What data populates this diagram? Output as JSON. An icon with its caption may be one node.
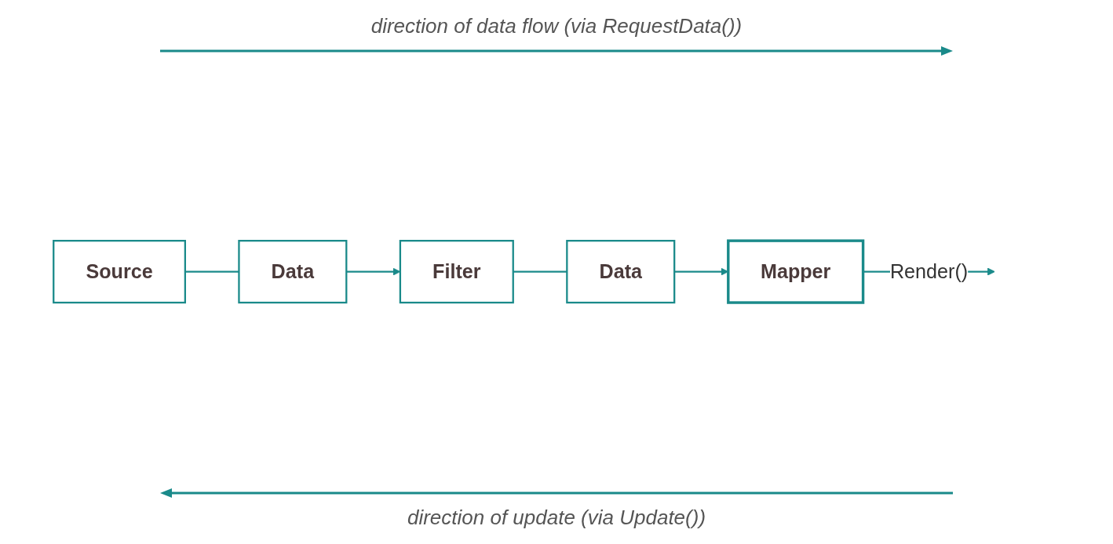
{
  "diagram": {
    "nodes": [
      {
        "text": [
          "Source"
        ]
      },
      {
        "text": [
          "Data"
        ]
      },
      {
        "text": [
          "Filter"
        ]
      },
      {
        "text": [
          "Data"
        ]
      },
      {
        "text": [
          "Mapper"
        ]
      }
    ],
    "edges": [
      {
        "from": 0,
        "to": 1,
        "arrow": "none"
      },
      {
        "from": 1,
        "to": 2,
        "arrow": "to"
      },
      {
        "from": 2,
        "to": 3,
        "arrow": "none"
      },
      {
        "from": 3,
        "to": 4,
        "arrow": "to"
      },
      {
        "from": 4,
        "to": null,
        "arrow": "to",
        "label": "Render()"
      }
    ],
    "labels": [
      "direction of data flow (via RequestData())",
      "direction of update (via Update())"
    ]
  }
}
